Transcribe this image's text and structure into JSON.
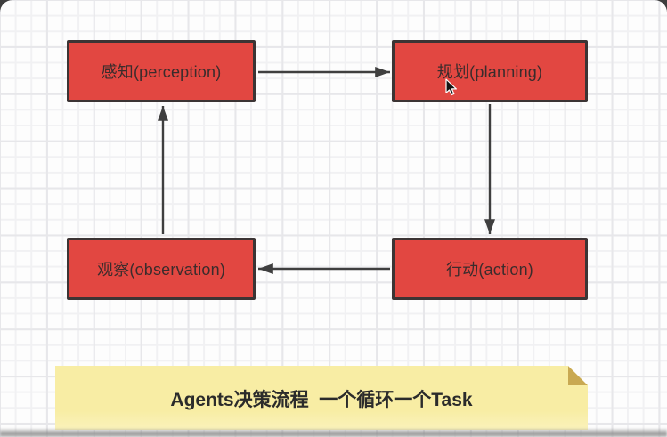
{
  "diagram": {
    "title": "Agents decision loop flowchart",
    "nodes": [
      {
        "id": "perception",
        "label": "感知(perception)"
      },
      {
        "id": "planning",
        "label": "规划(planning)"
      },
      {
        "id": "observation",
        "label": "观察(observation)"
      },
      {
        "id": "action",
        "label": "行动(action)"
      }
    ],
    "edges": [
      {
        "from": "perception",
        "to": "planning"
      },
      {
        "from": "planning",
        "to": "action"
      },
      {
        "from": "action",
        "to": "observation"
      },
      {
        "from": "observation",
        "to": "perception"
      }
    ],
    "note": {
      "text": "Agents决策流程  一个循环一个Task"
    },
    "colors": {
      "node_fill": "#e24741",
      "node_border": "#3c3434",
      "node_text": "#3a2c2c",
      "arrow": "#3f3f3f",
      "note_fill": "#f8eda4",
      "note_fold": "#c9a952",
      "note_text": "#2b2b2b",
      "canvas_bg": "#fdfdfd",
      "grid_minor": "#f1f1f3",
      "grid_major": "#e7e7ea",
      "frame_dark": "#3d3d3d"
    }
  }
}
